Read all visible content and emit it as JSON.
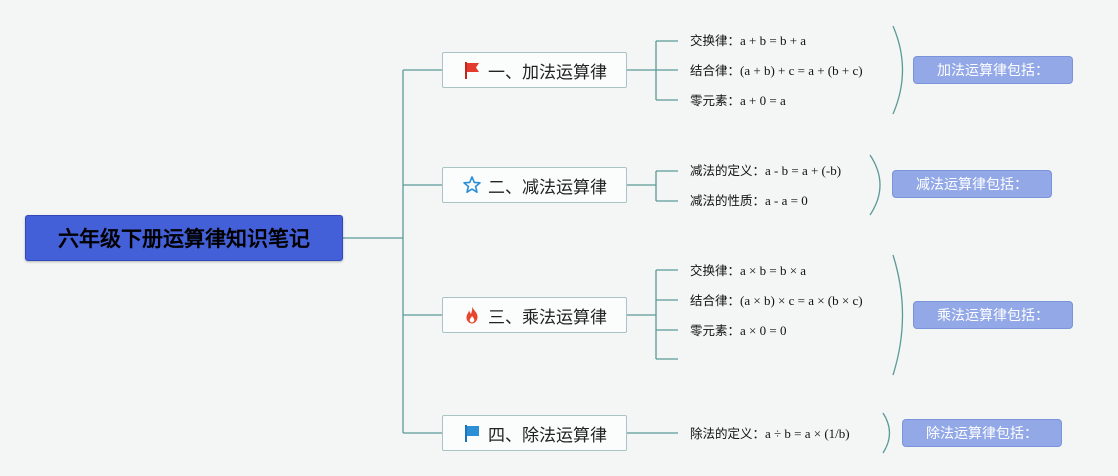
{
  "root": {
    "title": "六年级下册运算律知识笔记"
  },
  "branches": [
    {
      "label": "一、加法运算律",
      "icon": "red-flag-icon",
      "items": [
        {
          "k": "交换律：",
          "v": "a + b = b + a"
        },
        {
          "k": "结合律：",
          "v": "(a + b) + c = a + (b + c)"
        },
        {
          "k": "零元素：",
          "v": "a + 0 = a"
        }
      ],
      "summary": "加法运算律包括："
    },
    {
      "label": "二、减法运算律",
      "icon": "star-icon",
      "items": [
        {
          "k": "减法的定义：",
          "v": "a - b = a + (-b)"
        },
        {
          "k": "减法的性质：",
          "v": "a - a = 0"
        }
      ],
      "summary": "减法运算律包括："
    },
    {
      "label": "三、乘法运算律",
      "icon": "fire-icon",
      "items": [
        {
          "k": "交换律：",
          "v": "a × b = b × a"
        },
        {
          "k": "结合律：",
          "v": "(a × b) × c = a × (b × c)"
        },
        {
          "k": "零元素：",
          "v": "a × 0 = 0"
        }
      ],
      "summary": "乘法运算律包括："
    },
    {
      "label": "四、除法运算律",
      "icon": "blue-flag-icon",
      "items": [
        {
          "k": "除法的定义：",
          "v": "a ÷ b = a × (1/b)"
        }
      ],
      "summary": "除法运算律包括："
    }
  ],
  "colors": {
    "root": "#4460d8",
    "line": "#5b9a98",
    "summary": "#93a9e7",
    "topic_border": "#a9c3c6"
  }
}
